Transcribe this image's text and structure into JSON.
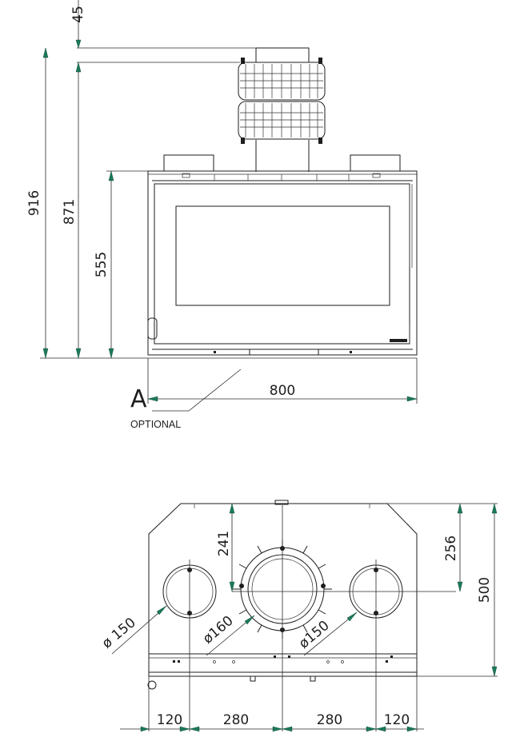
{
  "front_view": {
    "dim_top": "45",
    "dim_total_height": "916",
    "dim_body_height": "871",
    "dim_door_height": "555",
    "dim_width": "800",
    "view_label": "A",
    "note": "OPTIONAL"
  },
  "top_view": {
    "dim_offset_center": "241",
    "dim_offset_side": "256",
    "dim_depth": "500",
    "dia_left_outlet": "ø 150",
    "dia_center_outlet": "ø160",
    "dia_right_outlet": "ø150",
    "dim_seg_1": "120",
    "dim_seg_2": "280",
    "dim_seg_3": "280",
    "dim_seg_4": "120"
  },
  "colors": {
    "line": "#1e1e1e",
    "arrow": "#1a7a5a"
  }
}
